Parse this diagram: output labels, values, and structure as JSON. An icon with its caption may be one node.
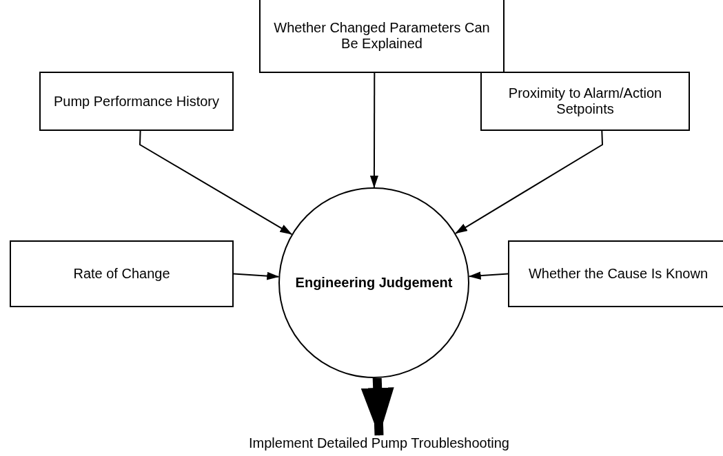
{
  "diagram": {
    "nodes": [
      {
        "text": [
          "Whether Changed Parameters Can Be Explained"
        ]
      },
      {
        "text": [
          "Pump Performance History"
        ]
      },
      {
        "text": [
          "Proximity to Alarm/Action Setpoints"
        ]
      },
      {
        "text": [
          "Engineering Judgement"
        ]
      },
      {
        "text": [
          "Rate of Change"
        ]
      },
      {
        "text": [
          "Whether the Cause Is Known"
        ]
      },
      {
        "text": [
          "Implement Detailed Pump Troubleshooting"
        ]
      }
    ],
    "edges": [
      {
        "from": 0,
        "to": 3,
        "arrow": "to"
      },
      {
        "from": 1,
        "to": 3,
        "arrow": "to"
      },
      {
        "from": 2,
        "to": 3,
        "arrow": "to"
      },
      {
        "from": 4,
        "to": 3,
        "arrow": "to"
      },
      {
        "from": 5,
        "to": 3,
        "arrow": "to"
      },
      {
        "from": 3,
        "to": 6,
        "arrow": "to",
        "style": "thick"
      }
    ]
  }
}
